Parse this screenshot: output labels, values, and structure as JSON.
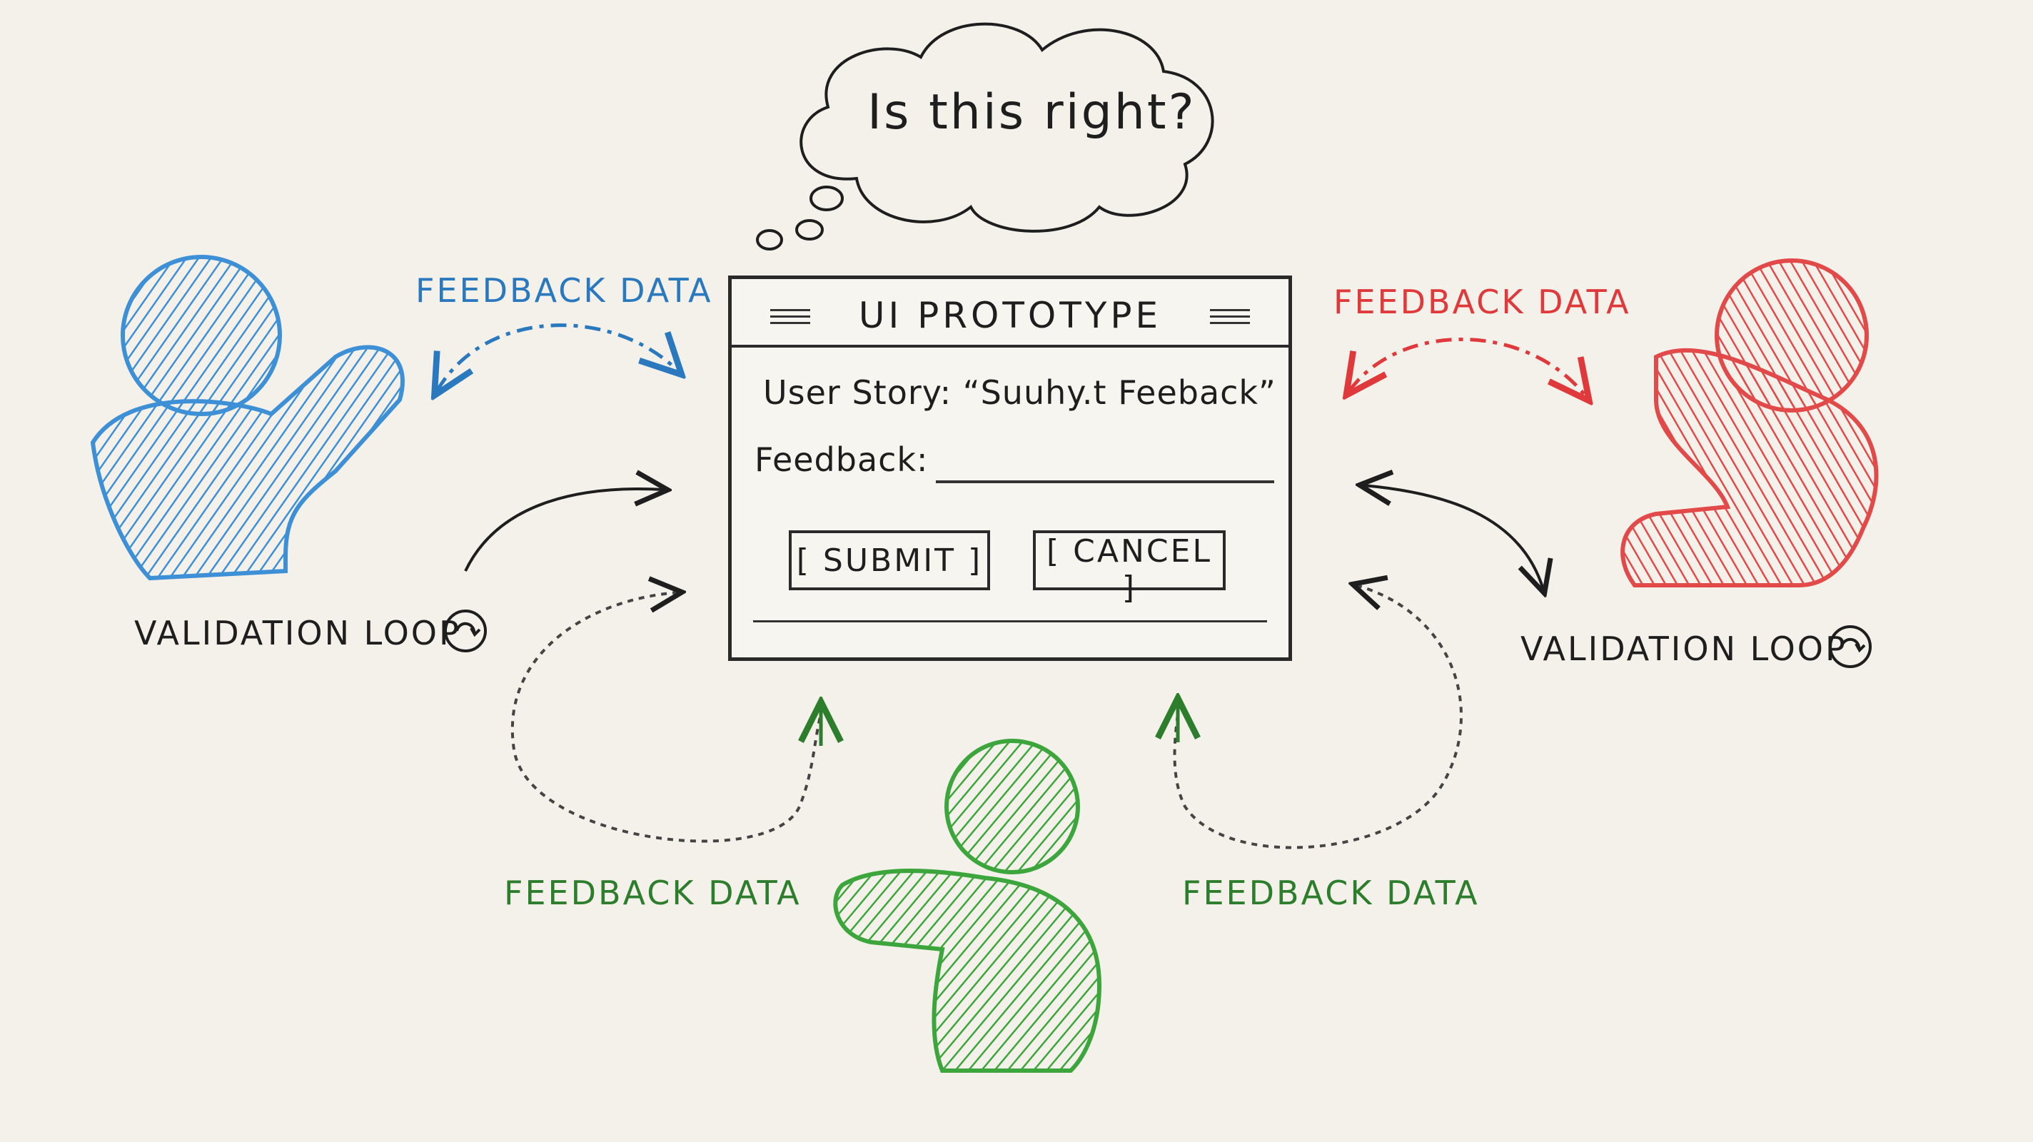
{
  "thought": {
    "text": "Is this right?"
  },
  "prototype": {
    "title": "UI PROTOTYPE",
    "user_story": "User Story: “Suuhy.t Feeback”",
    "feedback_label": "Feedback:",
    "feedback_value": "",
    "submit_label": "[ SUBMIT ]",
    "cancel_label": "[ CANCEL ]"
  },
  "labels": {
    "feedback_blue": "FEEDBACK DATA",
    "feedback_red": "FEEDBACK DATA",
    "feedback_green_left": "FEEDBACK DATA",
    "feedback_green_right": "FEEDBACK DATA",
    "loop_left": "VALIDATION LOOP",
    "loop_right": "VALIDATION LOOP"
  },
  "colors": {
    "blue_user": "#3d8fd6",
    "red_user": "#e24a4a",
    "green_user": "#3ca63c",
    "ink": "#1e1e1e",
    "paper": "#f4f1ea"
  },
  "icons": {
    "loop_icon": "refresh-circle-icon"
  }
}
